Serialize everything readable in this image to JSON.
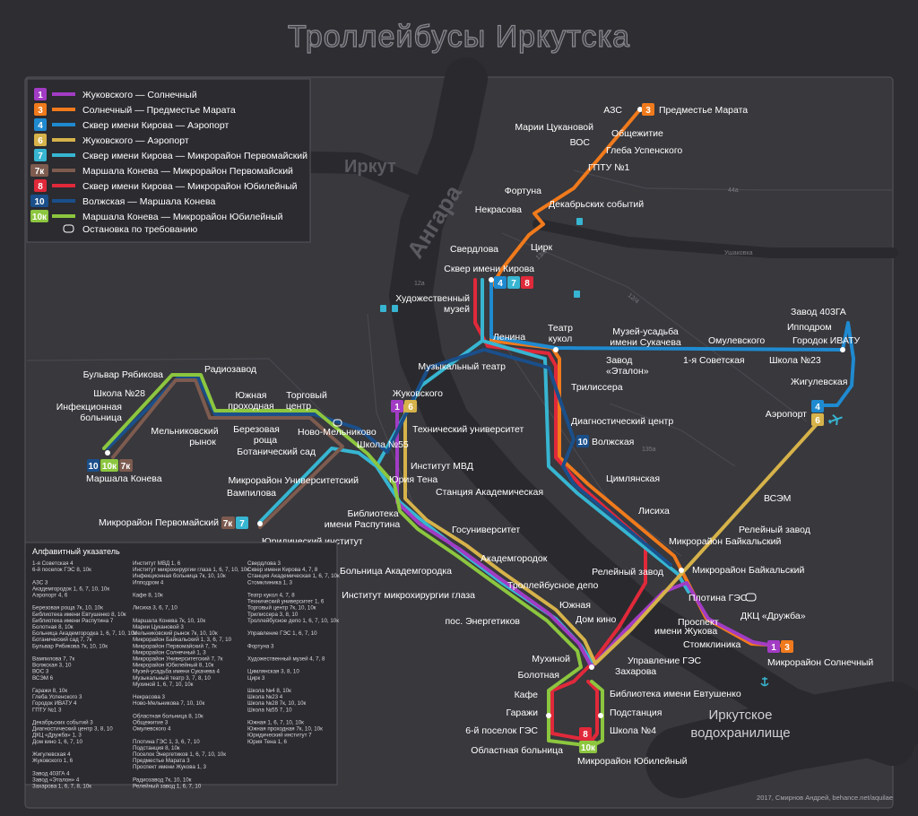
{
  "title": "Троллейбусы Иркутска",
  "colors": {
    "l1": "#a23cc4",
    "l3": "#f07a1c",
    "l4": "#1f8ad0",
    "l6": "#d6b24a",
    "l7": "#37b5d1",
    "l7k": "#7d5b4f",
    "l8": "#e0293a",
    "l10": "#1a4f8a",
    "l10k": "#8cc63f"
  },
  "legend": [
    {
      "badge": "1",
      "color": "#a23cc4",
      "label": "Жуковского — Солнечный"
    },
    {
      "badge": "3",
      "color": "#f07a1c",
      "label": "Солнечный — Предместье Марата"
    },
    {
      "badge": "4",
      "color": "#1f8ad0",
      "label": "Сквер имени Кирова — Аэропорт"
    },
    {
      "badge": "6",
      "color": "#d6b24a",
      "label": "Жуковского — Аэропорт"
    },
    {
      "badge": "7",
      "color": "#37b5d1",
      "label": "Сквер имени Кирова — Микрорайон Первомайский"
    },
    {
      "badge": "7к",
      "color": "#7d5b4f",
      "label": "Маршала Конева — Микрорайон Первомайский"
    },
    {
      "badge": "8",
      "color": "#e0293a",
      "label": "Сквер имени Кирова — Микрорайон Юбилейный"
    },
    {
      "badge": "10",
      "color": "#1a4f8a",
      "label": "Волжская — Маршала Конева"
    },
    {
      "badge": "10к",
      "color": "#8cc63f",
      "label": "Маршала Конева — Микрорайон Юбилейный"
    }
  ],
  "legend_request_stop": "Остановка по требованию",
  "areas": {
    "irkut": "Иркут",
    "angara": "Ангара",
    "reservoir_1": "Иркутское",
    "reservoir_2": "водохранилище",
    "ushakovka": "Ушаковка"
  },
  "stops": {
    "azs": "АЗС",
    "predmestye": "Предместье Марата",
    "tsukanovoy": "Марии Цукановой",
    "obsh": "Общежитие",
    "vos": "ВОС",
    "uspenskogo": "Глеба Успенского",
    "gptu": "ГПТУ №1",
    "fortuna": "Фортуна",
    "nekrasova": "Некрасова",
    "dekab": "Декабрьских событий",
    "sverdlova": "Свердлова",
    "tsirk": "Цирк",
    "kirova": "Сквер имени Кирова",
    "hud1": "Художественный",
    "hud2": "музей",
    "lenina": "Ленина",
    "teatr1": "Театр",
    "teatr2": "кукол",
    "muzey1": "Музей-усадьба",
    "muzey2": "имени Сукачева",
    "zavod403": "Завод 403ГА",
    "ippodrom": "Ипподром",
    "omulevskogo": "Омулевского",
    "ivatu": "Городок ИВАТУ",
    "etalon1": "Завод",
    "etalon2": "«Эталон»",
    "sov1": "1-я Советская",
    "shk23": "Школа №23",
    "zhigulevskaya": "Жигулевская",
    "muzteatr": "Музыкальный театр",
    "trilissera": "Трилиссера",
    "diag": "Диагностический центр",
    "volzhskaya": "Волжская",
    "aeroport": "Аэропорт",
    "tsimlyanskaya": "Цимлянская",
    "vsem": "ВСЭМ",
    "lisikha": "Лисиха",
    "releyniy1": "Релейный завод",
    "baikal1": "Микрорайон Байкальский",
    "baikal2": "Микрорайон Байкальский",
    "releyniy2": "Релейный завод",
    "plotina": "Плотина ГЭС",
    "druzhba": "ДКЦ «Дружба»",
    "zhukova1": "Проспект",
    "zhukova2": "имени Жукова",
    "stomklinika": "Стомклиника",
    "solnechniy": "Микрорайон Солнечный",
    "upravlenie": "Управление ГЭС",
    "zakharova": "Захарова",
    "domkino": "Дом кино",
    "yuzhnaya": "Южная",
    "depo": "Троллейбусное депо",
    "energ": "пос. Энергетиков",
    "mikrokhir": "Институт микрохирургии глаза",
    "bolnitsa_ak": "Больница Академгородка",
    "akademgorodok": "Академгородок",
    "gosuniv": "Госуниверситет",
    "st_akad": "Станция Академическая",
    "yuriya": "Юрия Тена",
    "mvd": "Институт МВД",
    "tekhuniv": "Технический университет",
    "zhukovskogo": "Жуковского",
    "bib1": "Библиотека",
    "bib2": "имени Распутина",
    "yurinst": "Юридический институт",
    "mikrouniv": "Микрорайон Университетский",
    "vampilova": "Вампилова",
    "pervomay": "Микрорайон Первомайский",
    "shk55": "Школа №55",
    "botsad": "Ботанический сад",
    "novomel": "Ново-Мельниково",
    "ryabikova": "Бульвар Рябикова",
    "radiozavod": "Радиозавод",
    "shk28": "Школа №28",
    "infek1": "Инфекционная",
    "infek2": "больница",
    "yuzhproh1": "Южная",
    "yuzhproh2": "проходная",
    "torg1": "Торговый",
    "torg2": "центр",
    "melnik1": "Мельниковский",
    "melnik2": "рынок",
    "berez1": "Березовая",
    "berez2": "роща",
    "konev": "Маршала Конева",
    "mukhinoy": "Мухиной",
    "bolotnaya": "Болотная",
    "kafe": "Кафе",
    "garazhi": "Гаражи",
    "poselok6": "6-й поселок ГЭС",
    "oblbol": "Областная больница",
    "evtush": "Библиотека имени Евтушенко",
    "podstantsiya": "Подстанция",
    "shk4": "Школа №4",
    "yubileyniy": "Микрорайон Юбилейный"
  },
  "road_labels": {
    "r1": "12а",
    "r2": "44а",
    "r3": "13/4",
    "r4": "12/4",
    "r5": "135а"
  },
  "index_title": "Алфавитный указатель",
  "index": [
    [
      "1-я Советская 4",
      "6-й поселок ГЭС 8, 10к",
      "",
      "АЗС 3",
      "Академгородок 1, 6, 7, 10, 10к",
      "Аэропорт 4, 6",
      "",
      "Березовая роща 7к, 10, 10к",
      "Библиотека имени Евтушенко 8, 10к",
      "Библиотека имени Распутина 7",
      "Болотная 8, 10к",
      "Больница Академгородка 1, 6, 7, 10, 10к",
      "Ботанический сад 7, 7к",
      "Бульвар Рябикова 7к, 10, 10к",
      "",
      "Вампилова 7, 7к",
      "Волжская 3, 10",
      "ВОС 3",
      "ВСЭМ 6",
      "",
      "Гаражи 8, 10к",
      "Глеба Успенского 3",
      "Городок ИВАТУ 4",
      "ГПТУ №1 3",
      "",
      "Декабрьских событий 3",
      "Диагностический центр 3, 8, 10",
      "ДКЦ «Дружба» 1, 3",
      "Дом кино 1, 6, 7, 10",
      "",
      "Жигулевская 4",
      "Жуковского 1, 6",
      "",
      "Завод 403ГА 4",
      "Завод «Эталон» 4",
      "Захарова 1, 6, 7, 8, 10к"
    ],
    [
      "Институт МВД 1, 6",
      "Институт микрохирургии глаза 1, 6, 7, 10, 10к",
      "Инфекционная больница 7к, 10, 10к",
      "Ипподром 4",
      "",
      "Кафе 8, 10к",
      "",
      "Лисиха 3, 6, 7, 10",
      "",
      "Маршала Конева 7к, 10, 10к",
      "Марии Цукановой 3",
      "Мельниковский рынок 7к, 10, 10к",
      "Микрорайон Байкальский 1, 3, 6, 7, 10",
      "Микрорайон Первомайский 7, 7к",
      "Микрорайон Солнечный 1, 3",
      "Микрорайон Университетский 7, 7к",
      "Микрорайон Юбилейный 8, 10к",
      "Музей-усадьба имени Сукачева 4",
      "Музыкальный театр 3, 7, 8, 10",
      "Мухиной 1, 6, 7, 10, 10к",
      "",
      "Некрасова 3",
      "Ново-Мельникова 7, 10, 10к",
      "",
      "Областная больница 8, 10к",
      "Общежитие 3",
      "Омулевского 4",
      "",
      "Плотина ГЭС 1, 3, 6, 7, 10",
      "Подстанция 8, 10к",
      "Поселок Энергетиков 1, 6, 7, 10, 10к",
      "Предместье Марата 3",
      "Проспект имени Жукова 1, 3",
      "",
      "Радиозавод 7к, 10, 10к",
      "Релейный завод 1, 6, 7, 10"
    ],
    [
      "Свердлова 3",
      "Сквер имени Кирова 4, 7, 8",
      "Станция Академическая 1, 6, 7, 10к",
      "Стомклиника 1, 3",
      "",
      "Театр кукол 4, 7, 8",
      "Технический университет 1, 6",
      "Торговый центр 7к, 10, 10к",
      "Трилиссера 3, 8, 10",
      "Троллейбусное депо 1, 6, 7, 10, 10к",
      "",
      "Управление ГЭС 1, 6, 7, 10",
      "",
      "Фортуна 3",
      "",
      "Художественный музей 4, 7, 8",
      "",
      "Цимлянская 3, 8, 10",
      "Цирк 3",
      "",
      "Школа №4 8, 10к",
      "Школа №23 4",
      "Школа №28 7к, 10, 10к",
      "Школа №55 7, 10",
      "",
      "Южная 1, 6, 7, 10, 10к",
      "Южная проходная 7к, 10, 10к",
      "Юридический институт 7",
      "Юрия Тена 1, 6"
    ]
  ],
  "credit": "2017, Смирнов Андрей, behance.net/aquilae"
}
